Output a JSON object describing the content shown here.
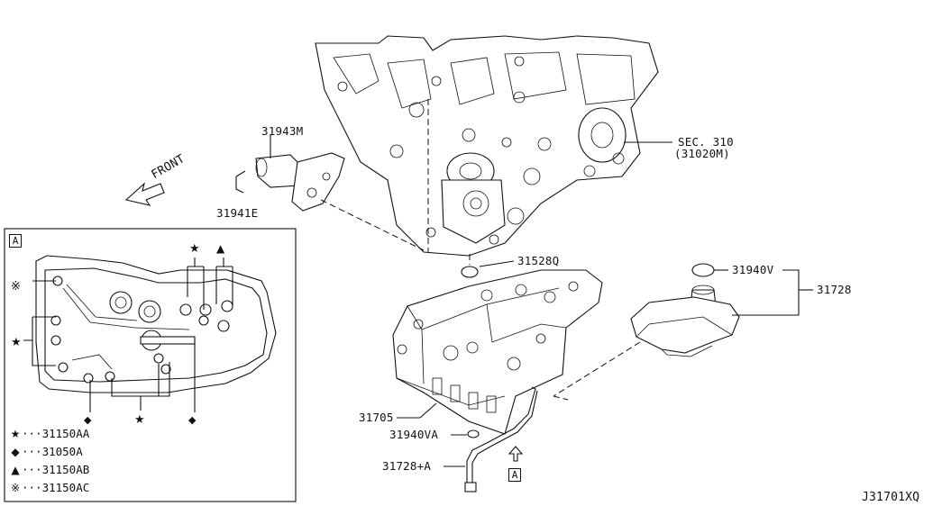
{
  "diagram_id": "J31701XQ",
  "front_label": "FRONT",
  "inset": {
    "box_label": "A"
  },
  "callouts": {
    "sec310": "SEC. 310",
    "sec310_sub": "(31020M)",
    "p31943M": "31943M",
    "p31941E": "31941E",
    "p31528Q": "31528Q",
    "p31940V": "31940V",
    "p31728": "31728",
    "p31705": "31705",
    "p31940VA": "31940VA",
    "p31728A": "31728+A",
    "view_a_label": "A"
  },
  "legend": [
    {
      "symbol": "★",
      "symbol_name": "star-icon",
      "text": "···31150AA"
    },
    {
      "symbol": "◆",
      "symbol_name": "diamond-icon",
      "text": "···31050A"
    },
    {
      "symbol": "▲",
      "symbol_name": "triangle-icon",
      "text": "···31150AB"
    },
    {
      "symbol": "※",
      "symbol_name": "reference-mark-icon",
      "text": "···31150AC"
    }
  ]
}
